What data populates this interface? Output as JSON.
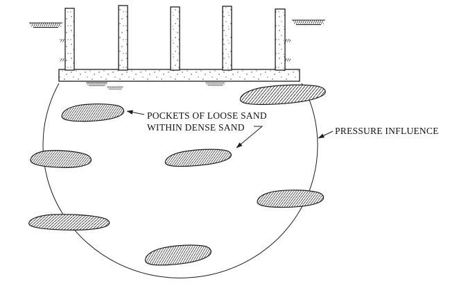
{
  "labels": {
    "pockets_line1": "POCKETS OF LOOSE SAND",
    "pockets_line2": "WITHIN DENSE SAND",
    "pressure_influence": "PRESSURE INFLUENCE"
  },
  "colors": {
    "background": "#ffffff",
    "line": "#1c1c1c",
    "text": "#111111"
  }
}
